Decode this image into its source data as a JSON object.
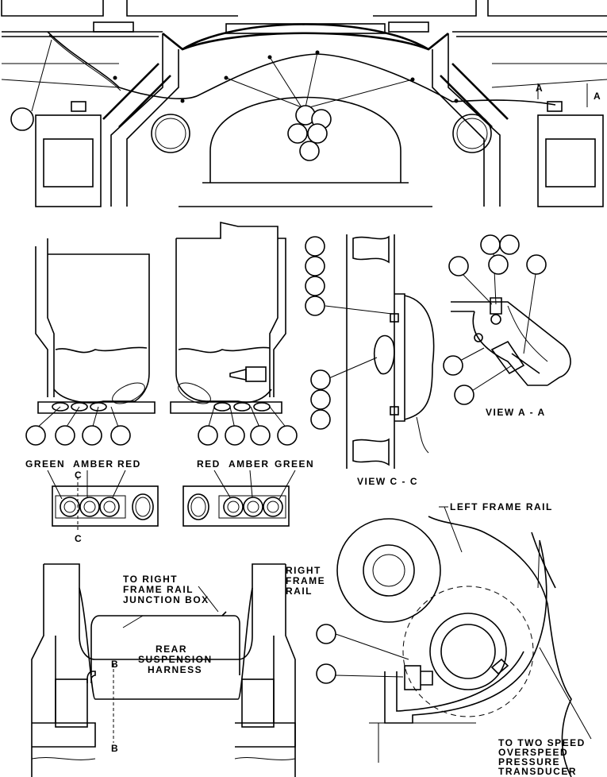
{
  "labels": {
    "green": "GREEN",
    "amber_left": "AMBER",
    "red_left": "RED",
    "red_right": "RED",
    "amber_right": "AMBER",
    "green_right": "GREEN",
    "section_c_top": "C",
    "section_c_bottom": "C",
    "view_cc": "VIEW  C - C",
    "view_aa": "VIEW  A - A",
    "section_a_top": "A",
    "section_a_side": "A",
    "left_frame_rail": "LEFT FRAME RAIL",
    "to_right_1": "TO RIGHT",
    "to_right_2": "FRAME RAIL",
    "to_right_3": "JUNCTION BOX",
    "right_frame_1": "RIGHT",
    "right_frame_2": "FRAME",
    "right_frame_3": "RAIL",
    "rear_1": "REAR",
    "rear_2": "SUSPENSION",
    "rear_3": "HARNESS",
    "section_b_top": "B",
    "section_b_bottom": "B",
    "two_speed_1": "TO TWO SPEED",
    "two_speed_2": "OVERSPEED",
    "two_speed_3": "PRESSURE",
    "two_speed_4": "TRANSDUCER"
  }
}
